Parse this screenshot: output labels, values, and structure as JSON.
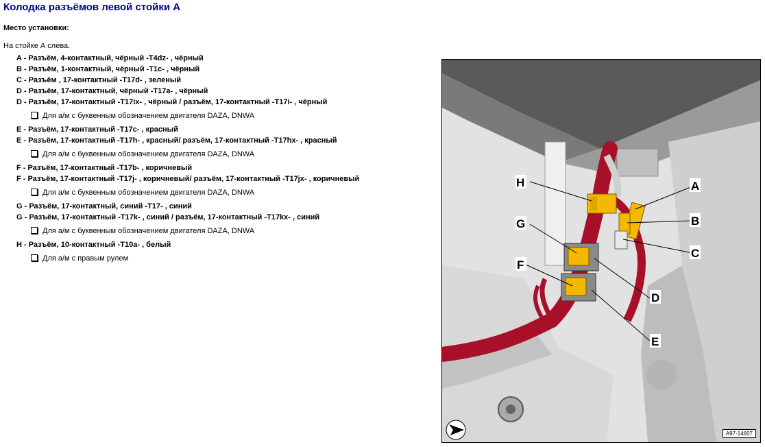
{
  "title": "Колодка разъёмов левой стойки А",
  "subheading": "Место установки:",
  "intro": "На стойке А слева.",
  "legend": [
    {
      "type": "item",
      "text": "A - Разъём, 4-контактный, чёрный -T4dz- , чёрный"
    },
    {
      "type": "item",
      "text": "B - Разъём, 1-контактный, чёрный -T1c- , чёрный"
    },
    {
      "type": "item",
      "text": "C - Разъём , 17-контактный -T17d- , зеленый"
    },
    {
      "type": "item",
      "text": "D - Разъём, 17-контактный, чёрный -T17a- , чёрный"
    },
    {
      "type": "item",
      "text": "D - Разъём, 17-контактный -T17ix- , чёрный / разъём, 17-контактный -T17i- , чёрный"
    },
    {
      "type": "note",
      "text": "Для а/м с буквенным обозначением двигателя DAZA, DNWA"
    },
    {
      "type": "item",
      "text": "E - Разъём, 17-контактный -T17c- , красный"
    },
    {
      "type": "item",
      "text": "E - Разъём, 17-контактный -T17h- , красный/ разъём, 17-контактный -T17hx- , красный"
    },
    {
      "type": "note",
      "text": "Для а/м с буквенным обозначением двигателя DAZA, DNWA"
    },
    {
      "type": "item",
      "text": "F - Разъём, 17-контактный -T17b- , коричневый"
    },
    {
      "type": "item",
      "text": "F - Разъём, 17-контактный -T17j- , коричневый/ разъём, 17-контактный -T17jx- , коричневый"
    },
    {
      "type": "note",
      "text": "Для а/м с буквенным обозначением двигателя DAZA, DNWA"
    },
    {
      "type": "item",
      "text": "G - Разъём, 17-контактный, синий -T17- , синий"
    },
    {
      "type": "item",
      "text": "G - Разъём, 17-контактный -T17k- , синий / разъём, 17-контактный -T17kx- , синий"
    },
    {
      "type": "note",
      "text": "Для а/м с буквенным обозначением двигателя DAZA, DNWA"
    },
    {
      "type": "item",
      "text": "H - Разъём, 10-контактный -T10a- , белый"
    },
    {
      "type": "note",
      "text": "Для а/м с правым рулем"
    }
  ],
  "figure": {
    "callouts": {
      "A": "A",
      "B": "B",
      "C": "C",
      "D": "D",
      "E": "E",
      "F": "F",
      "G": "G",
      "H": "H"
    },
    "figure_id": "A97-14607",
    "colors": {
      "harness": "#a8102a",
      "connector": "#f5b800",
      "body": "#cfcfcf",
      "dark": "#4a4a4a"
    }
  }
}
